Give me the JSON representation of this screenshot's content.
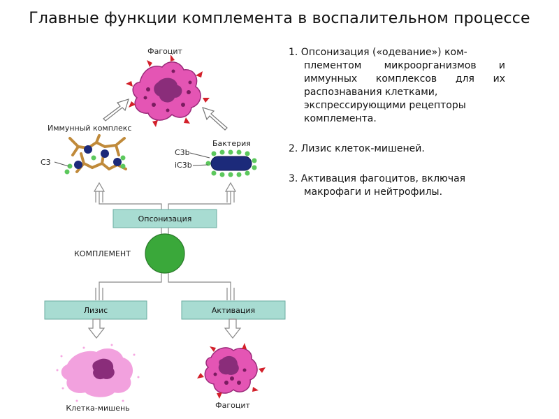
{
  "title": "Главные функции комплемента в воспалительном процессе",
  "diagram": {
    "phagocyte_top": "Фагоцит",
    "immune_complex": "Иммунный комплекс",
    "bacteria": "Бактерия",
    "c3": "C3",
    "c3b": "C3b",
    "ic3b": "iC3b",
    "opsonization_box": "Опсонизация",
    "complement": "КОМПЛЕМЕНТ",
    "lysis_box": "Лизис",
    "activation_box": "Активация",
    "target_cell": "Клетка-мишень",
    "phagocyte_bottom": "Фагоцит"
  },
  "points": [
    {
      "first": "1. Опсонизация («одевание») ком-",
      "lines": [
        "плементом микроорганизмов и",
        "иммунных комплексов для их",
        "распознавания клетками,",
        "экспрессирующими рецепторы",
        "комплемента."
      ]
    },
    {
      "first": "2.  Лизис клеток-мишеней.",
      "lines": []
    },
    {
      "first": "3.  Активация фагоцитов, включая",
      "lines": [
        "макрофаги и нейтрофилы."
      ]
    }
  ],
  "colors": {
    "box_fill": "#a8dcd2",
    "complement_fill": "#3aa83a",
    "cell_fill": "#e455b4",
    "nucleus": "#8a2d7a",
    "bacteria": "#1c2a7a"
  }
}
